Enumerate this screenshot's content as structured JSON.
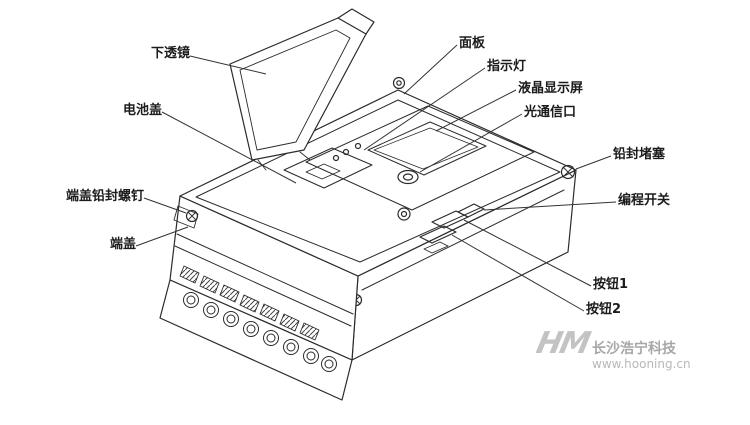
{
  "diagram": {
    "labels": {
      "lower_lens": "下透镜",
      "battery_cover": "电池盖",
      "end_cover_seal_screw": "端盖铅封螺钉",
      "end_cover": "端盖",
      "panel": "面板",
      "indicator_light": "指示灯",
      "lcd_display": "液晶显示屏",
      "optical_port": "光通信口",
      "seal_plug": "铅封堵塞",
      "programming_switch": "编程开关",
      "button_1": "按钮1",
      "button_2": "按钮2"
    }
  },
  "watermark": {
    "logo": "HM",
    "brand": "长沙浩宁科技",
    "url": "www.hooning.cn"
  }
}
